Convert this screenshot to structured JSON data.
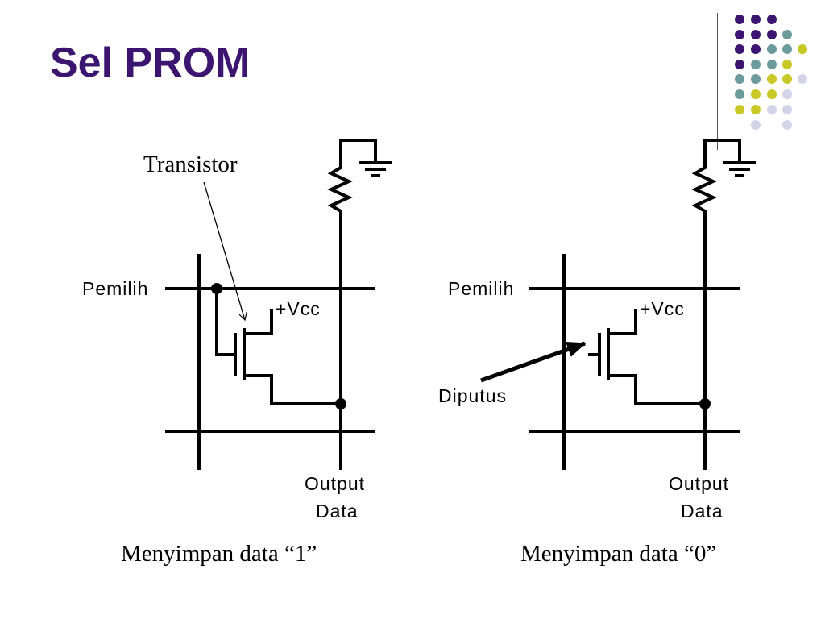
{
  "slide": {
    "title": "Sel PROM",
    "dot_colors": {
      "purple": "#3b1570",
      "teal": "#6b9b9b",
      "olive": "#c8c826",
      "lavender": "#d4d4e8"
    }
  },
  "left_cell": {
    "row_label": "Pemilih",
    "supply_label": "+Vcc",
    "pointer_label": "Transistor",
    "output_line1": "Output",
    "output_line2": "Data",
    "caption": "Menyimpan data “1”"
  },
  "right_cell": {
    "row_label": "Pemilih",
    "supply_label": "+Vcc",
    "pointer_label": "Diputus",
    "output_line1": "Output",
    "output_line2": "Data",
    "caption": "Menyimpan data “0”"
  }
}
